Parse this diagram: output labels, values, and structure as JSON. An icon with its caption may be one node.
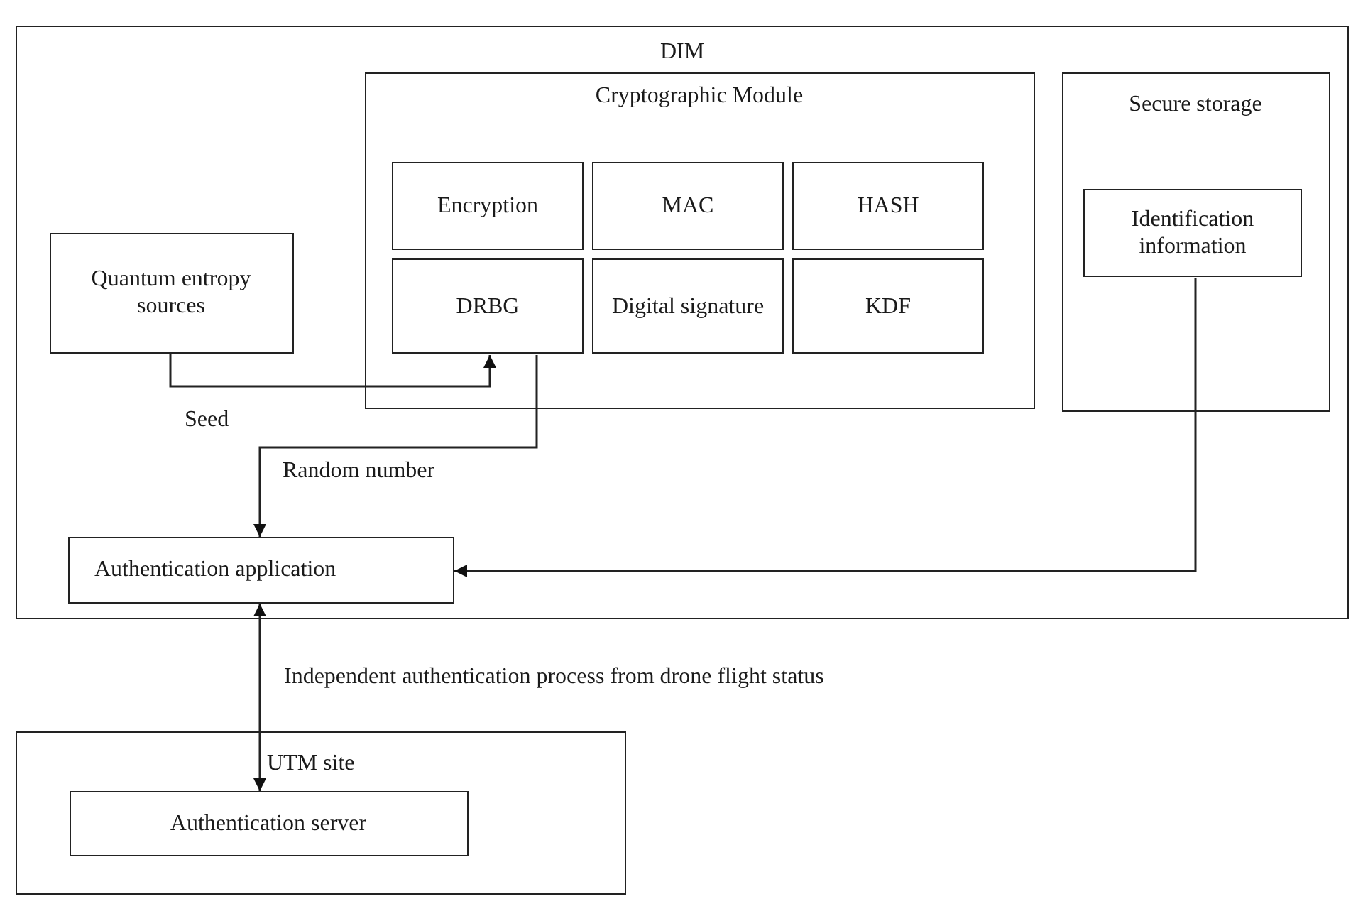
{
  "diagram": {
    "nodes": [
      {
        "text": [
          "DIM"
        ]
      },
      {
        "text": [
          "Cryptographic Module"
        ],
        "in": 0
      },
      {
        "text": [
          "Encryption"
        ],
        "in": 1
      },
      {
        "text": [
          "MAC"
        ],
        "in": 1
      },
      {
        "text": [
          "HASH"
        ],
        "in": 1
      },
      {
        "text": [
          "DRBG"
        ],
        "in": 1
      },
      {
        "text": [
          "Digital signature"
        ],
        "in": 1
      },
      {
        "text": [
          "KDF"
        ],
        "in": 1
      },
      {
        "text": [
          "Quantum entropy sources"
        ],
        "in": 0
      },
      {
        "text": [
          "Secure storage"
        ],
        "in": 0
      },
      {
        "text": [
          "Identification information"
        ],
        "in": 9
      },
      {
        "text": [
          "Authentication application"
        ],
        "in": 0
      },
      {
        "text": [
          "UTM site"
        ]
      },
      {
        "text": [
          "Authentication server"
        ],
        "in": 12
      }
    ],
    "edges": [
      {
        "from": 8,
        "to": 5,
        "arrow": "to",
        "label": "Seed"
      },
      {
        "from": 5,
        "to": 11,
        "arrow": "to",
        "label": "Random number"
      },
      {
        "from": 10,
        "to": 11,
        "arrow": "to"
      },
      {
        "from": 11,
        "to": 13,
        "arrow": "both",
        "label": "Independent authentication process from drone flight status"
      }
    ]
  }
}
